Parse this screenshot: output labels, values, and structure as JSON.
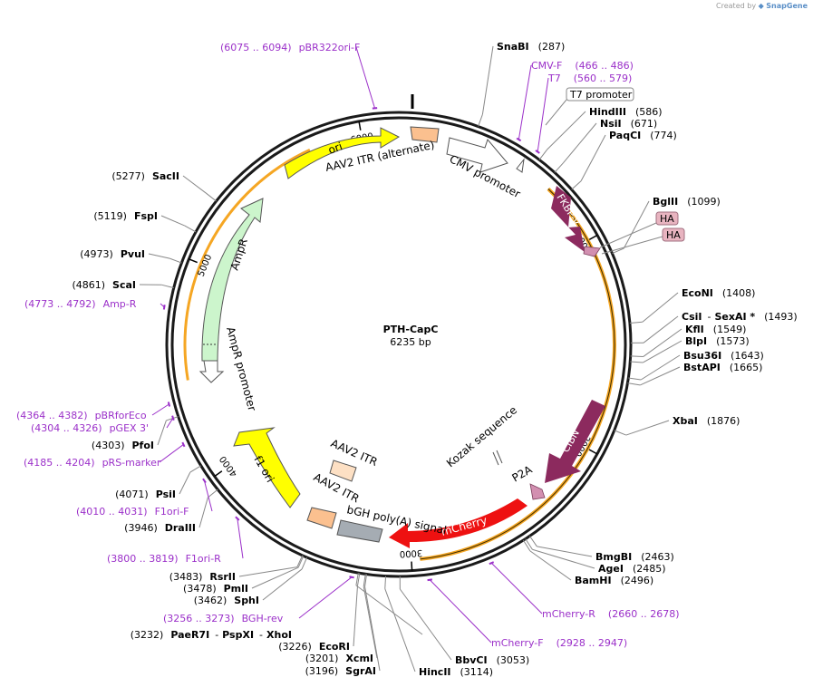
{
  "app": {
    "credit_prefix": "Created by",
    "credit_brand": "SnapGene"
  },
  "plasmid": {
    "name": "PTH-CapC",
    "size_label": "6235 bp",
    "length": 6235
  },
  "ticks": [
    "1000",
    "2000",
    "3000",
    "4000",
    "5000",
    "6000"
  ],
  "enzymes": [
    {
      "name": "SnaBI",
      "pos": "(287)",
      "site": 287,
      "side": "R"
    },
    {
      "name": "HindIII",
      "pos": "(586)",
      "site": 586,
      "side": "R"
    },
    {
      "name": "NsiI",
      "pos": "(671)",
      "site": 671,
      "side": "R"
    },
    {
      "name": "PaqCI",
      "pos": "(774)",
      "site": 774,
      "side": "R"
    },
    {
      "name": "BglII",
      "pos": "(1099)",
      "site": 1099,
      "side": "R"
    },
    {
      "name": "EcoNI",
      "pos": "(1408)",
      "site": 1408,
      "side": "R"
    },
    {
      "name": "CsiI",
      "name2": "SexAI *",
      "pos": "(1493)",
      "site": 1493,
      "side": "R"
    },
    {
      "name": "KflI",
      "pos": "(1549)",
      "site": 1549,
      "side": "R"
    },
    {
      "name": "BlpI",
      "pos": "(1573)",
      "site": 1573,
      "side": "R"
    },
    {
      "name": "Bsu36I",
      "pos": "(1643)",
      "site": 1643,
      "side": "R"
    },
    {
      "name": "BstAPI",
      "pos": "(1665)",
      "site": 1665,
      "side": "R"
    },
    {
      "name": "XbaI",
      "pos": "(1876)",
      "site": 1876,
      "side": "R"
    },
    {
      "name": "BmgBI",
      "pos": "(2463)",
      "site": 2463,
      "side": "R"
    },
    {
      "name": "AgeI",
      "pos": "(2485)",
      "site": 2485,
      "side": "R"
    },
    {
      "name": "BamHI",
      "pos": "(2496)",
      "site": 2496,
      "side": "R"
    },
    {
      "name": "BbvCI",
      "pos": "(3053)",
      "site": 3053,
      "side": "R"
    },
    {
      "name": "HincII",
      "pos": "(3114)",
      "site": 3114,
      "side": "R"
    },
    {
      "name": "SgrAI",
      "pos": "(3196)",
      "site": 3196,
      "side": "L"
    },
    {
      "name": "XcmI",
      "pos": "(3201)",
      "site": 3201,
      "side": "L"
    },
    {
      "name": "EcoRI",
      "pos": "(3226)",
      "site": 3226,
      "side": "L"
    },
    {
      "name": "PaeR7I",
      "name2": "PspXI",
      "name3": "XhoI",
      "pos": "(3232)",
      "site": 3232,
      "side": "L"
    },
    {
      "name": "SphI",
      "pos": "(3462)",
      "site": 3462,
      "side": "L"
    },
    {
      "name": "PmlI",
      "pos": "(3478)",
      "site": 3478,
      "side": "L"
    },
    {
      "name": "RsrII",
      "pos": "(3483)",
      "site": 3483,
      "side": "L"
    },
    {
      "name": "DraIII",
      "pos": "(3946)",
      "site": 3946,
      "side": "L"
    },
    {
      "name": "PsiI",
      "pos": "(4071)",
      "site": 4071,
      "side": "L"
    },
    {
      "name": "PfoI",
      "pos": "(4303)",
      "site": 4303,
      "side": "L"
    },
    {
      "name": "ScaI",
      "pos": "(4861)",
      "site": 4861,
      "side": "L"
    },
    {
      "name": "PvuI",
      "pos": "(4973)",
      "site": 4973,
      "side": "L"
    },
    {
      "name": "FspI",
      "pos": "(5119)",
      "site": 5119,
      "side": "L"
    },
    {
      "name": "SacII",
      "pos": "(5277)",
      "site": 5277,
      "side": "L"
    }
  ],
  "primers": [
    {
      "name": "pBR322ori-F",
      "range": "(6075 .. 6094)",
      "start": 6075,
      "side": "L"
    },
    {
      "name": "CMV-F",
      "range": "(466 .. 486)",
      "start": 466,
      "side": "R"
    },
    {
      "name": "T7",
      "range": "(560 .. 579)",
      "start": 560,
      "side": "R"
    },
    {
      "name": "Amp-R",
      "range": "(4773 .. 4792)",
      "start": 4773,
      "side": "L"
    },
    {
      "name": "pBRforEco",
      "range": "(4364 .. 4382)",
      "start": 4364,
      "side": "L"
    },
    {
      "name": "pGEX 3'",
      "range": "(4304 .. 4326)",
      "start": 4304,
      "side": "L"
    },
    {
      "name": "pRS-marker",
      "range": "(4185 .. 4204)",
      "start": 4185,
      "side": "L"
    },
    {
      "name": "F1ori-F",
      "range": "(4010 .. 4031)",
      "start": 4010,
      "side": "L"
    },
    {
      "name": "F1ori-R",
      "range": "(3800 .. 3819)",
      "start": 3800,
      "side": "L"
    },
    {
      "name": "BGH-rev",
      "range": "(3256 .. 3273)",
      "start": 3256,
      "side": "L"
    },
    {
      "name": "mCherry-R",
      "range": "(2660 .. 2678)",
      "start": 2660,
      "side": "R"
    },
    {
      "name": "mCherry-F",
      "range": "(2928 .. 2947)",
      "start": 2928,
      "side": "R"
    }
  ],
  "features": {
    "t7_promoter": "T7 promoter",
    "cmv_promoter": "CMV promoter",
    "fkbp": "FKBP-V",
    "ha1": "HA",
    "ha2": "HA",
    "cibn": "CIBN",
    "p2a": "P2A",
    "mcherry": "mCherry",
    "kozak": "Kozak sequence",
    "bgh": "bGH poly(A) signal",
    "aav_itr_1": "AAV2 ITR",
    "aav_itr_2": "AAV2 ITR",
    "aav_itr_alt": "AAV2 ITR (alternate)",
    "f1_ori": "f1 ori",
    "ampr": "AmpR",
    "ampr_promoter": "AmpR promoter",
    "ori": "ori"
  },
  "colors": {
    "backbone": "#1a1a1a",
    "enzyme_line": "#888888",
    "primer": "#9b30c9",
    "orf": "#f5a623",
    "fkbp": "#8c2a5e",
    "cibn": "#8c2a5e",
    "mcherry": "#ee1111",
    "ori": "#ffff00",
    "f1_ori": "#ffff00",
    "ampr": "#ccf5cc",
    "itr": "#fbc08f",
    "bgh": "#a5acb3",
    "p2a": "#d28fb0",
    "ha": "#e8b4c0"
  }
}
